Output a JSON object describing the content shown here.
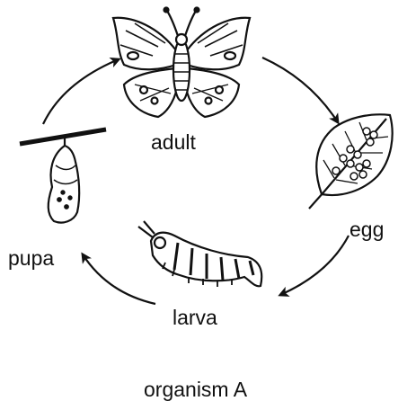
{
  "diagram": {
    "stages": {
      "adult": "adult",
      "egg": "egg",
      "larva": "larva",
      "pupa": "pupa"
    },
    "caption": "organism A",
    "cycle_order": [
      "adult",
      "egg",
      "larva",
      "pupa"
    ]
  }
}
